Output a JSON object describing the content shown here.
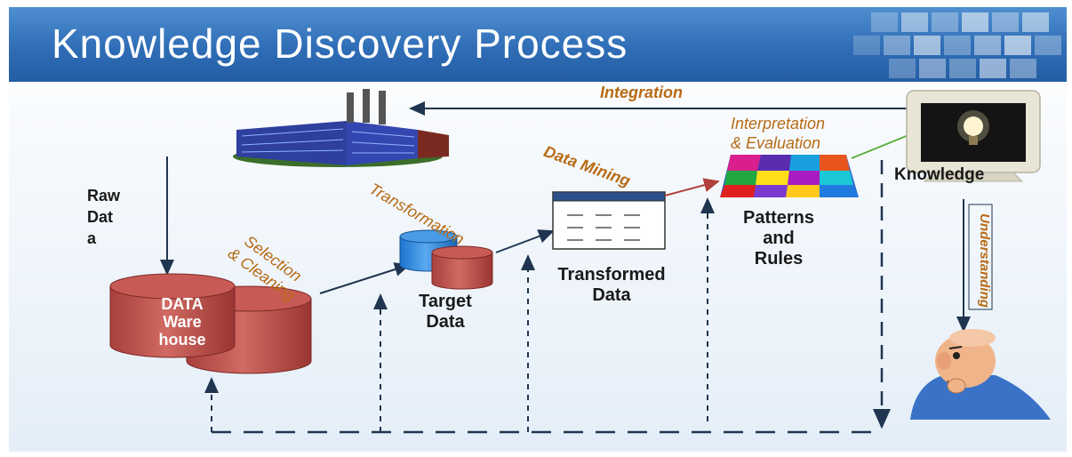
{
  "title": "Knowledge Discovery Process",
  "labels": {
    "integration": "Integration",
    "raw_data_1": "Raw",
    "raw_data_2": "Dat",
    "raw_data_3": "a",
    "selection_1": "Selection",
    "selection_2": "& Cleaning",
    "transformation": "Transformation",
    "data_mining": "Data Mining",
    "interpretation_1": "Interpretation",
    "interpretation_2": "& Evaluation",
    "knowledge": "Knowledge",
    "understanding": "Understanding",
    "warehouse_1": "DATA",
    "warehouse_2": "Ware",
    "warehouse_3": "house",
    "target_1": "Target",
    "target_2": "Data",
    "transformed_1": "Transformed",
    "transformed_2": "Data",
    "patterns_1": "Patterns",
    "patterns_2": "and",
    "patterns_3": "Rules"
  },
  "colors": {
    "header": "#2f6db6",
    "accent_text": "#b86a14",
    "cylinder_red": "#c0504d",
    "cylinder_blue": "#2f8ae0"
  },
  "icons": [
    "factory-icon",
    "database-cylinder-icon",
    "table-icon",
    "puzzle-icon",
    "monitor-lightbulb-icon",
    "thinking-man-icon"
  ]
}
